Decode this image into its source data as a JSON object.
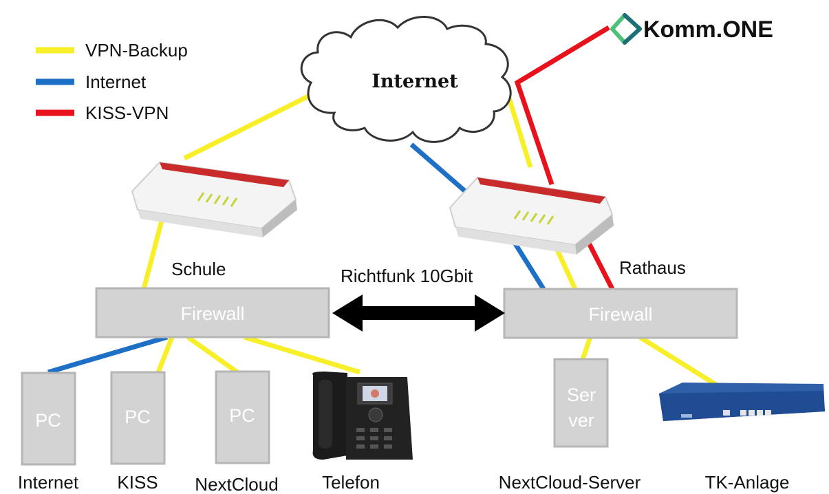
{
  "colors": {
    "vpn_backup": "#f7ef2a",
    "internet": "#1e6fc6",
    "kiss_vpn": "#e8121d",
    "box_fill": "#d3d3d3",
    "box_stroke": "#b6b6b6",
    "brand_teal": "#1c6f77",
    "brand_green": "#4cc17a"
  },
  "legend": [
    {
      "label": "VPN-Backup",
      "color_key": "vpn_backup"
    },
    {
      "label": "Internet",
      "color_key": "internet"
    },
    {
      "label": "KISS-VPN",
      "color_key": "kiss_vpn"
    }
  ],
  "cloud": {
    "label": "Internet"
  },
  "brand": {
    "name": "Komm.ONE",
    "icon": "kommone-chevron-logo"
  },
  "sites": {
    "school": {
      "label": "Schule",
      "firewall": "Firewall"
    },
    "townhall": {
      "label": "Rathaus",
      "firewall": "Firewall"
    }
  },
  "link": {
    "label": "Richtfunk 10Gbit",
    "icon": "double-arrow-icon"
  },
  "school_devices": [
    {
      "box": "PC",
      "caption": "Internet"
    },
    {
      "box": "PC",
      "caption": "KISS"
    },
    {
      "box": "PC",
      "caption": "NextCloud"
    },
    {
      "box": "",
      "caption": "Telefon",
      "icon": "ip-phone-icon"
    }
  ],
  "townhall_devices": [
    {
      "box": "Ser ver",
      "box_lines": [
        "Ser",
        "ver"
      ],
      "caption": "NextCloud-Server"
    },
    {
      "box": "",
      "caption": "TK-Anlage",
      "icon": "rack-switch-icon"
    }
  ],
  "routers": [
    {
      "icon": "router-icon"
    },
    {
      "icon": "router-icon"
    }
  ]
}
